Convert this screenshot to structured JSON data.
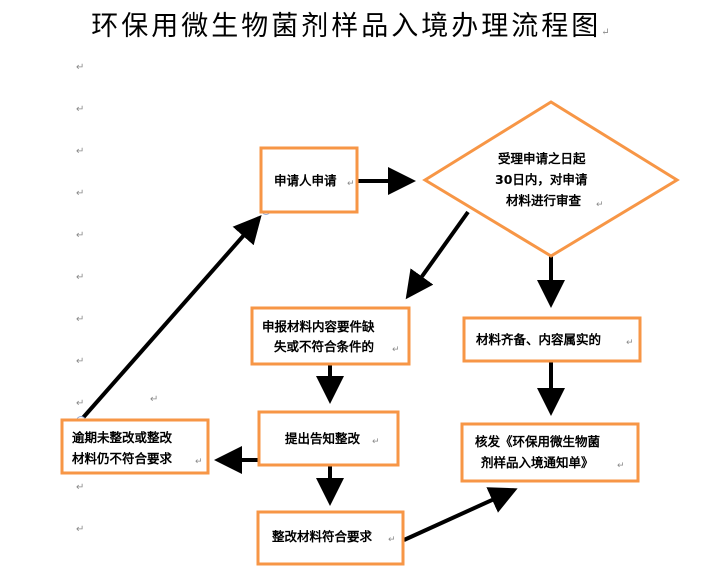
{
  "title": "环保用微生物菌剂样品入境办理流程图",
  "paragraph_mark": "↵",
  "nodes": {
    "apply": {
      "lines": [
        "申请人申请"
      ]
    },
    "review": {
      "lines": [
        "受理申请之日起",
        "30日内，对申请",
        "材料进行审查"
      ]
    },
    "incomplete": {
      "lines": [
        "申报材料内容要件缺",
        "失或不符合条件的"
      ]
    },
    "complete": {
      "lines": [
        "材料齐备、内容属实的"
      ]
    },
    "notify": {
      "lines": [
        "提出告知整改"
      ]
    },
    "overdue": {
      "lines": [
        "逾期未整改或整改",
        "材料仍不符合要求"
      ]
    },
    "issue": {
      "lines": [
        "核发《环保用微生物菌",
        "剂样品入境通知单》"
      ]
    },
    "rectified": {
      "lines": [
        "整改材料符合要求"
      ]
    }
  },
  "colors": {
    "box_border": "#F79646",
    "arrow": "#000000",
    "connector_dot": "#8FAADC"
  }
}
